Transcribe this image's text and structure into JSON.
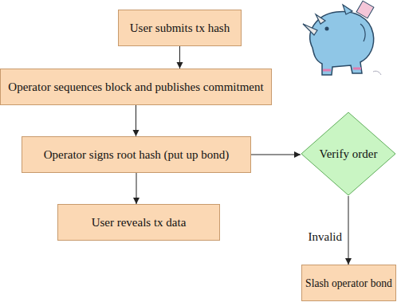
{
  "diagram": {
    "nodes": [
      {
        "text": [
          "User submits tx hash"
        ]
      },
      {
        "text": [
          "Operator sequences block and publishes commitment"
        ]
      },
      {
        "text": [
          "Operator signs root hash (put up bond)"
        ]
      },
      {
        "text": [
          "User reveals tx data"
        ]
      },
      {
        "text": [
          "Verify order"
        ]
      },
      {
        "text": [
          "Slash operator bond"
        ]
      }
    ],
    "edges": [
      {
        "from": 0,
        "to": 1,
        "arrow": "to"
      },
      {
        "from": 1,
        "to": 2,
        "arrow": "to"
      },
      {
        "from": 2,
        "to": 3,
        "arrow": "to"
      },
      {
        "from": 2,
        "to": 4,
        "arrow": "to"
      },
      {
        "from": 4,
        "to": 5,
        "label": "Invalid",
        "arrow": "to"
      }
    ]
  }
}
